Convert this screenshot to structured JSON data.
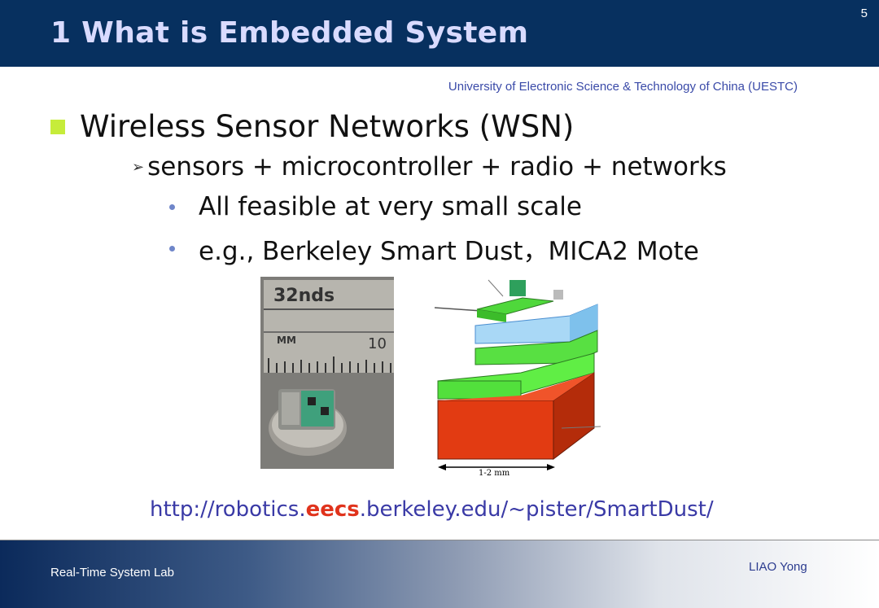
{
  "slide": {
    "title": "1 What is Embedded System",
    "page_number": "5",
    "university": "University of Electronic Science & Technology of China (UESTC)"
  },
  "content": {
    "level1": "Wireless Sensor Networks (WSN)",
    "level2": "sensors + microcontroller + radio + networks",
    "level3": [
      "All feasible at very small scale",
      "e.g., Berkeley Smart Dust，MICA2 Mote"
    ]
  },
  "photo": {
    "label_top": "32nds",
    "label_mm": "MM",
    "label_num": "10"
  },
  "diagram": {
    "scale_label": "1-2 mm"
  },
  "link": {
    "prefix": "http://robotics.",
    "highlight": "eecs",
    "suffix": ".berkeley.edu/~pister/SmartDust/"
  },
  "footer": {
    "left": "Real-Time System Lab",
    "right": "LIAO Yong"
  },
  "colors": {
    "header_bg": "#07305f",
    "title": "#d9dbff",
    "bullet_square": "#c6ec3a",
    "link": "#3a3aa6",
    "link_highlight": "#e0331c"
  }
}
